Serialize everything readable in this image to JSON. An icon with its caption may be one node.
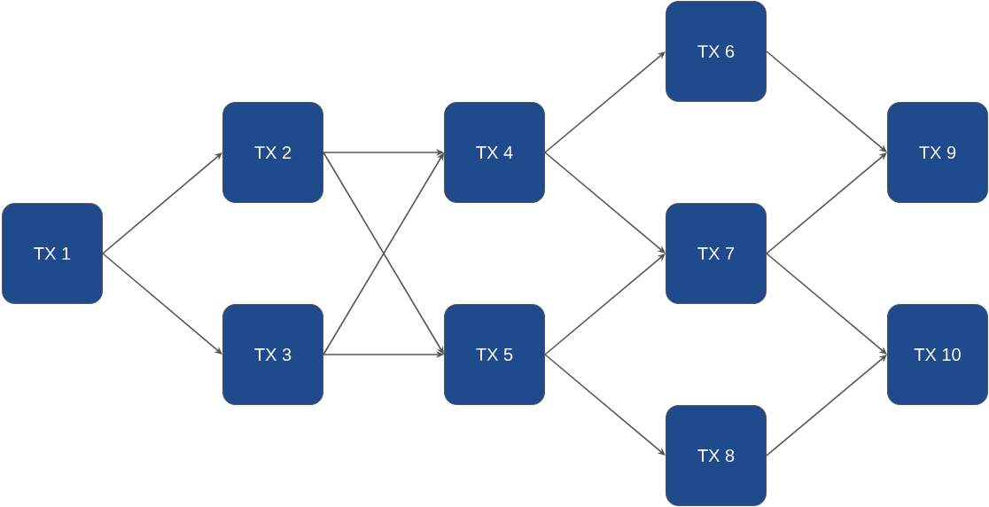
{
  "diagram": {
    "nodes": [
      {
        "text": [
          "TX 1"
        ]
      },
      {
        "text": [
          "TX 2"
        ]
      },
      {
        "text": [
          "TX 3"
        ]
      },
      {
        "text": [
          "TX 4"
        ]
      },
      {
        "text": [
          "TX 5"
        ]
      },
      {
        "text": [
          "TX 6"
        ]
      },
      {
        "text": [
          "TX 7"
        ]
      },
      {
        "text": [
          "TX 8"
        ]
      },
      {
        "text": [
          "TX 9"
        ]
      },
      {
        "text": [
          "TX 10"
        ]
      }
    ],
    "edges": [
      {
        "from": 0,
        "to": 1,
        "arrow": "to"
      },
      {
        "from": 0,
        "to": 2,
        "arrow": "to"
      },
      {
        "from": 1,
        "to": 3,
        "arrow": "to"
      },
      {
        "from": 1,
        "to": 4,
        "arrow": "to"
      },
      {
        "from": 2,
        "to": 3,
        "arrow": "to"
      },
      {
        "from": 2,
        "to": 4,
        "arrow": "to"
      },
      {
        "from": 3,
        "to": 5,
        "arrow": "to"
      },
      {
        "from": 3,
        "to": 6,
        "arrow": "to"
      },
      {
        "from": 4,
        "to": 6,
        "arrow": "to"
      },
      {
        "from": 4,
        "to": 7,
        "arrow": "to"
      },
      {
        "from": 5,
        "to": 8,
        "arrow": "to"
      },
      {
        "from": 6,
        "to": 8,
        "arrow": "to"
      },
      {
        "from": 6,
        "to": 9,
        "arrow": "to"
      },
      {
        "from": 7,
        "to": 9,
        "arrow": "to"
      }
    ]
  }
}
